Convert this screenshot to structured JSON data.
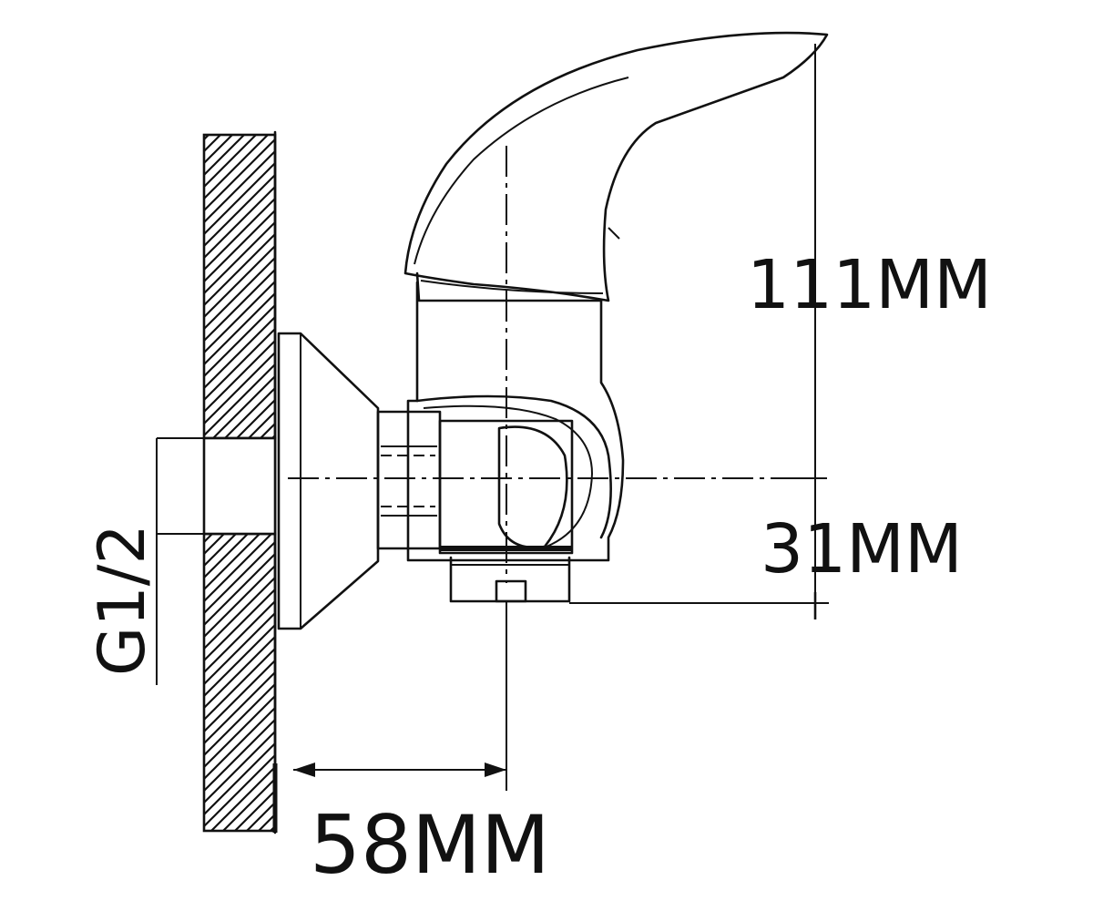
{
  "dimensions": {
    "height_total": "111MM",
    "outlet_height": "31MM",
    "wall_to_outlet": "58MM",
    "thread": "G1/2"
  }
}
